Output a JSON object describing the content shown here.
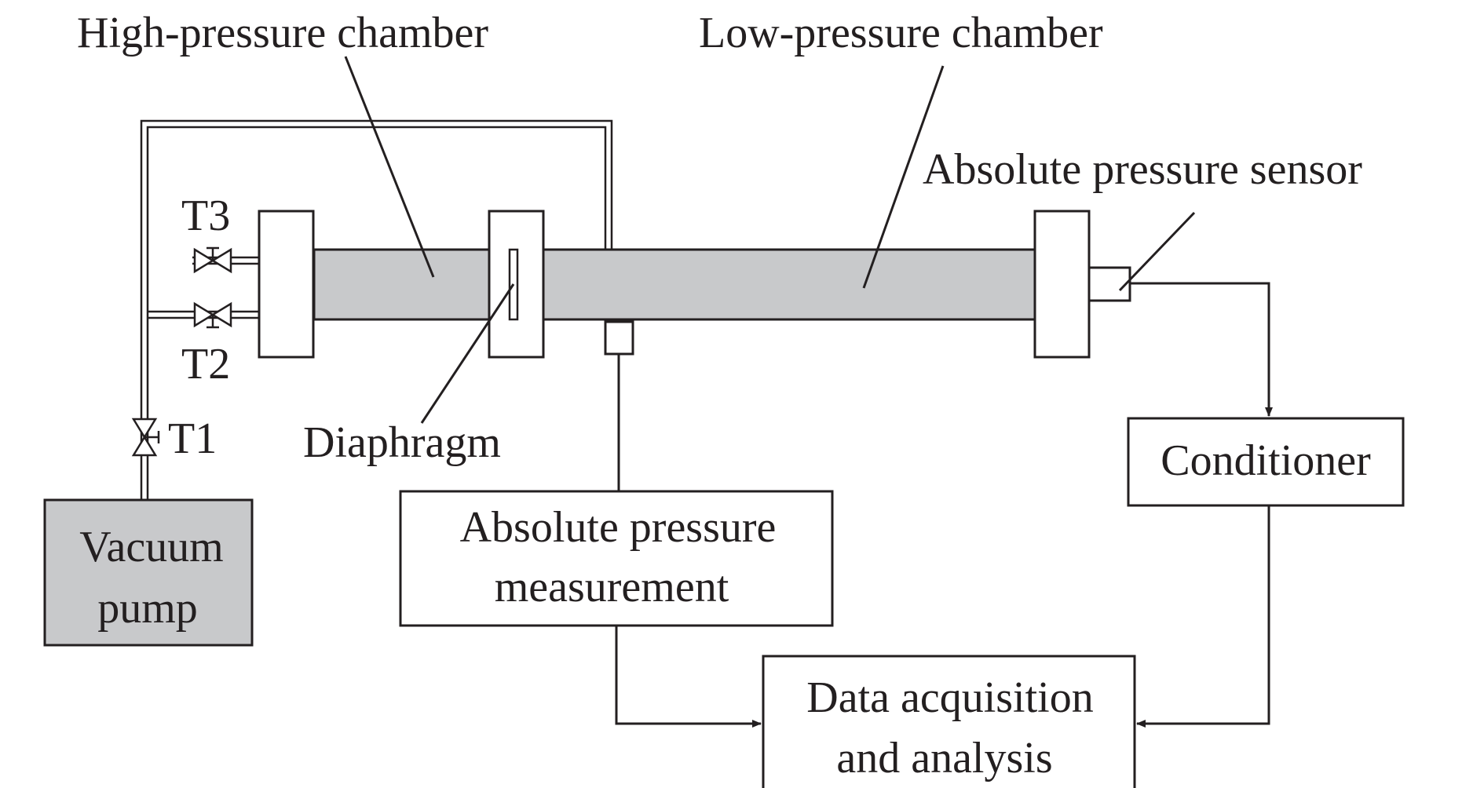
{
  "labels": {
    "high_pressure_chamber": "High-pressure chamber",
    "low_pressure_chamber": "Low-pressure chamber",
    "absolute_pressure_sensor": "Absolute pressure sensor",
    "diaphragm": "Diaphragm",
    "conditioner": "Conditioner",
    "vacuum_pump_line1": "Vacuum",
    "vacuum_pump_line2": "pump",
    "abs_measurement_line1": "Absolute pressure",
    "abs_measurement_line2": "measurement",
    "daq_line1": "Data acquisition",
    "daq_line2": "and analysis",
    "valve_t1": "T1",
    "valve_t2": "T2",
    "valve_t3": "T3"
  },
  "colors": {
    "stroke": "#231f20",
    "tube_fill": "#c8c9cb",
    "pump_fill": "#c8c9cb",
    "background": "#ffffff"
  }
}
